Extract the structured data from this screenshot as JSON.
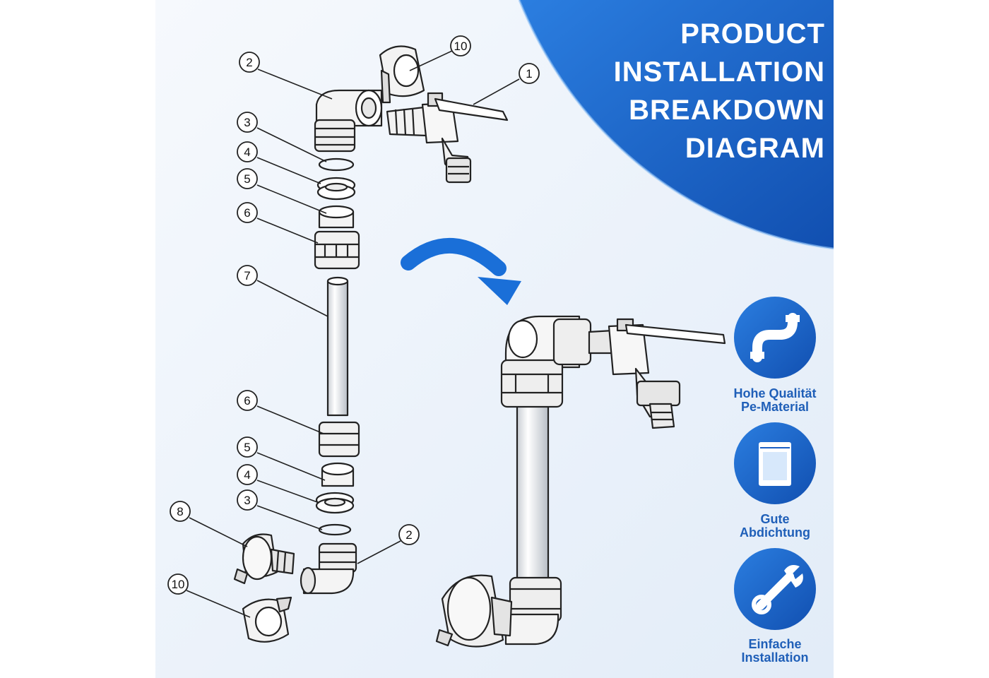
{
  "title_lines": [
    "PRODUCT",
    "INSTALLATION",
    "BREAKDOWN",
    "DIAGRAM"
  ],
  "features": [
    {
      "icon": "pipe-icon",
      "label_line1": "Hohe Qualität",
      "label_line2": "Pe-Material"
    },
    {
      "icon": "sealing-bag-icon",
      "label_line1": "Gute",
      "label_line2": "Abdichtung"
    },
    {
      "icon": "wrench-icon",
      "label_line1": "Einfache",
      "label_line2": "Installation"
    }
  ],
  "callouts": [
    "1",
    "2",
    "3",
    "4",
    "5",
    "6",
    "7",
    "6",
    "5",
    "4",
    "3",
    "2",
    "8",
    "10",
    "10"
  ],
  "colors": {
    "accent": "#1a5fc4",
    "background": "#edf3fa",
    "line": "#222222"
  }
}
